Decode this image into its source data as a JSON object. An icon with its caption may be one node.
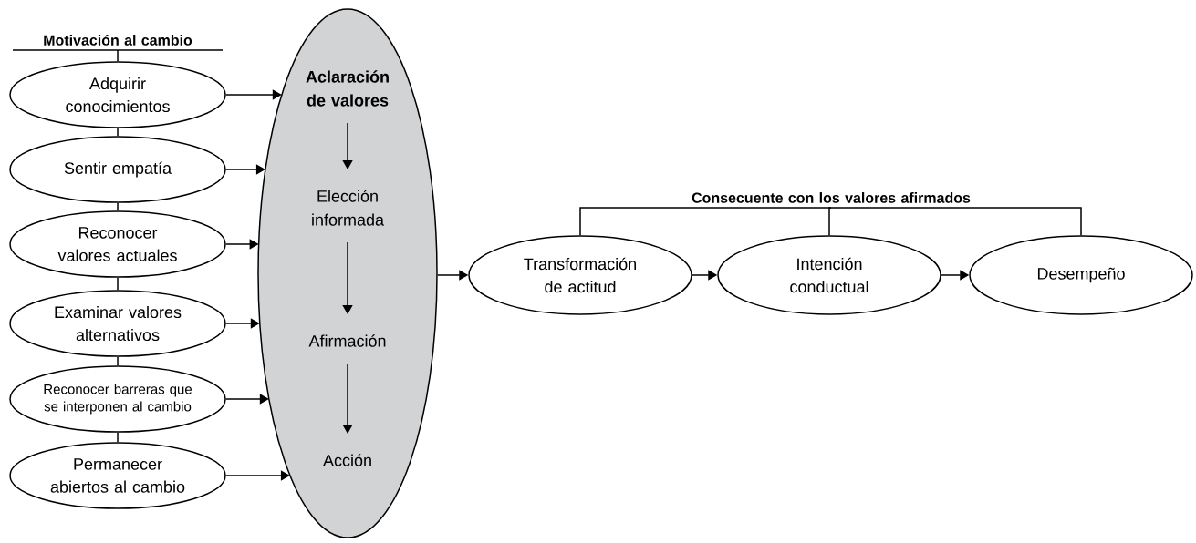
{
  "diagram": {
    "nodes": [
      {
        "text": [
          "Motivación al cambio"
        ]
      },
      {
        "text": [
          "Adquirir conocimientos"
        ]
      },
      {
        "text": [
          "Sentir empatía"
        ]
      },
      {
        "text": [
          "Reconocer valores actuales"
        ]
      },
      {
        "text": [
          "Examinar valores alternativos"
        ]
      },
      {
        "text": [
          "Reconocer barreras que se interponen al cambio"
        ]
      },
      {
        "text": [
          "Permanecer abiertos al cambio"
        ]
      },
      {
        "text": [],
        "shape": "ellipse"
      },
      {
        "text": [
          "Aclaración de valores"
        ],
        "in": 7
      },
      {
        "text": [
          "Elección informada"
        ],
        "in": 7
      },
      {
        "text": [
          "Afirmación"
        ],
        "in": 7
      },
      {
        "text": [
          "Acción"
        ],
        "in": 7
      },
      {
        "text": [
          "Transformación de actitud"
        ]
      },
      {
        "text": [
          "Intención conductual"
        ]
      },
      {
        "text": [
          "Desempeño"
        ]
      },
      {
        "text": [
          "Consecuente con los valores afirmados"
        ]
      }
    ],
    "edges": [
      {
        "from": 0,
        "to": 1,
        "arrow": "none"
      },
      {
        "from": 1,
        "to": 2,
        "arrow": "none"
      },
      {
        "from": 2,
        "to": 3,
        "arrow": "none"
      },
      {
        "from": 3,
        "to": 4,
        "arrow": "none"
      },
      {
        "from": 4,
        "to": 5,
        "arrow": "none"
      },
      {
        "from": 5,
        "to": 6,
        "arrow": "none"
      },
      {
        "from": 1,
        "to": 7,
        "arrow": "to"
      },
      {
        "from": 2,
        "to": 7,
        "arrow": "to"
      },
      {
        "from": 3,
        "to": 7,
        "arrow": "to"
      },
      {
        "from": 4,
        "to": 7,
        "arrow": "to"
      },
      {
        "from": 5,
        "to": 7,
        "arrow": "to"
      },
      {
        "from": 6,
        "to": 7,
        "arrow": "to"
      },
      {
        "from": 8,
        "to": 9,
        "arrow": "to"
      },
      {
        "from": 9,
        "to": 10,
        "arrow": "to"
      },
      {
        "from": 10,
        "to": 11,
        "arrow": "to"
      },
      {
        "from": 7,
        "to": 12,
        "arrow": "to"
      },
      {
        "from": 12,
        "to": 13,
        "arrow": "to"
      },
      {
        "from": 13,
        "to": 14,
        "arrow": "to"
      },
      {
        "from": 15,
        "to": 12,
        "arrow": "none"
      },
      {
        "from": 15,
        "to": 13,
        "arrow": "none"
      },
      {
        "from": 15,
        "to": 14,
        "arrow": "none"
      }
    ]
  }
}
